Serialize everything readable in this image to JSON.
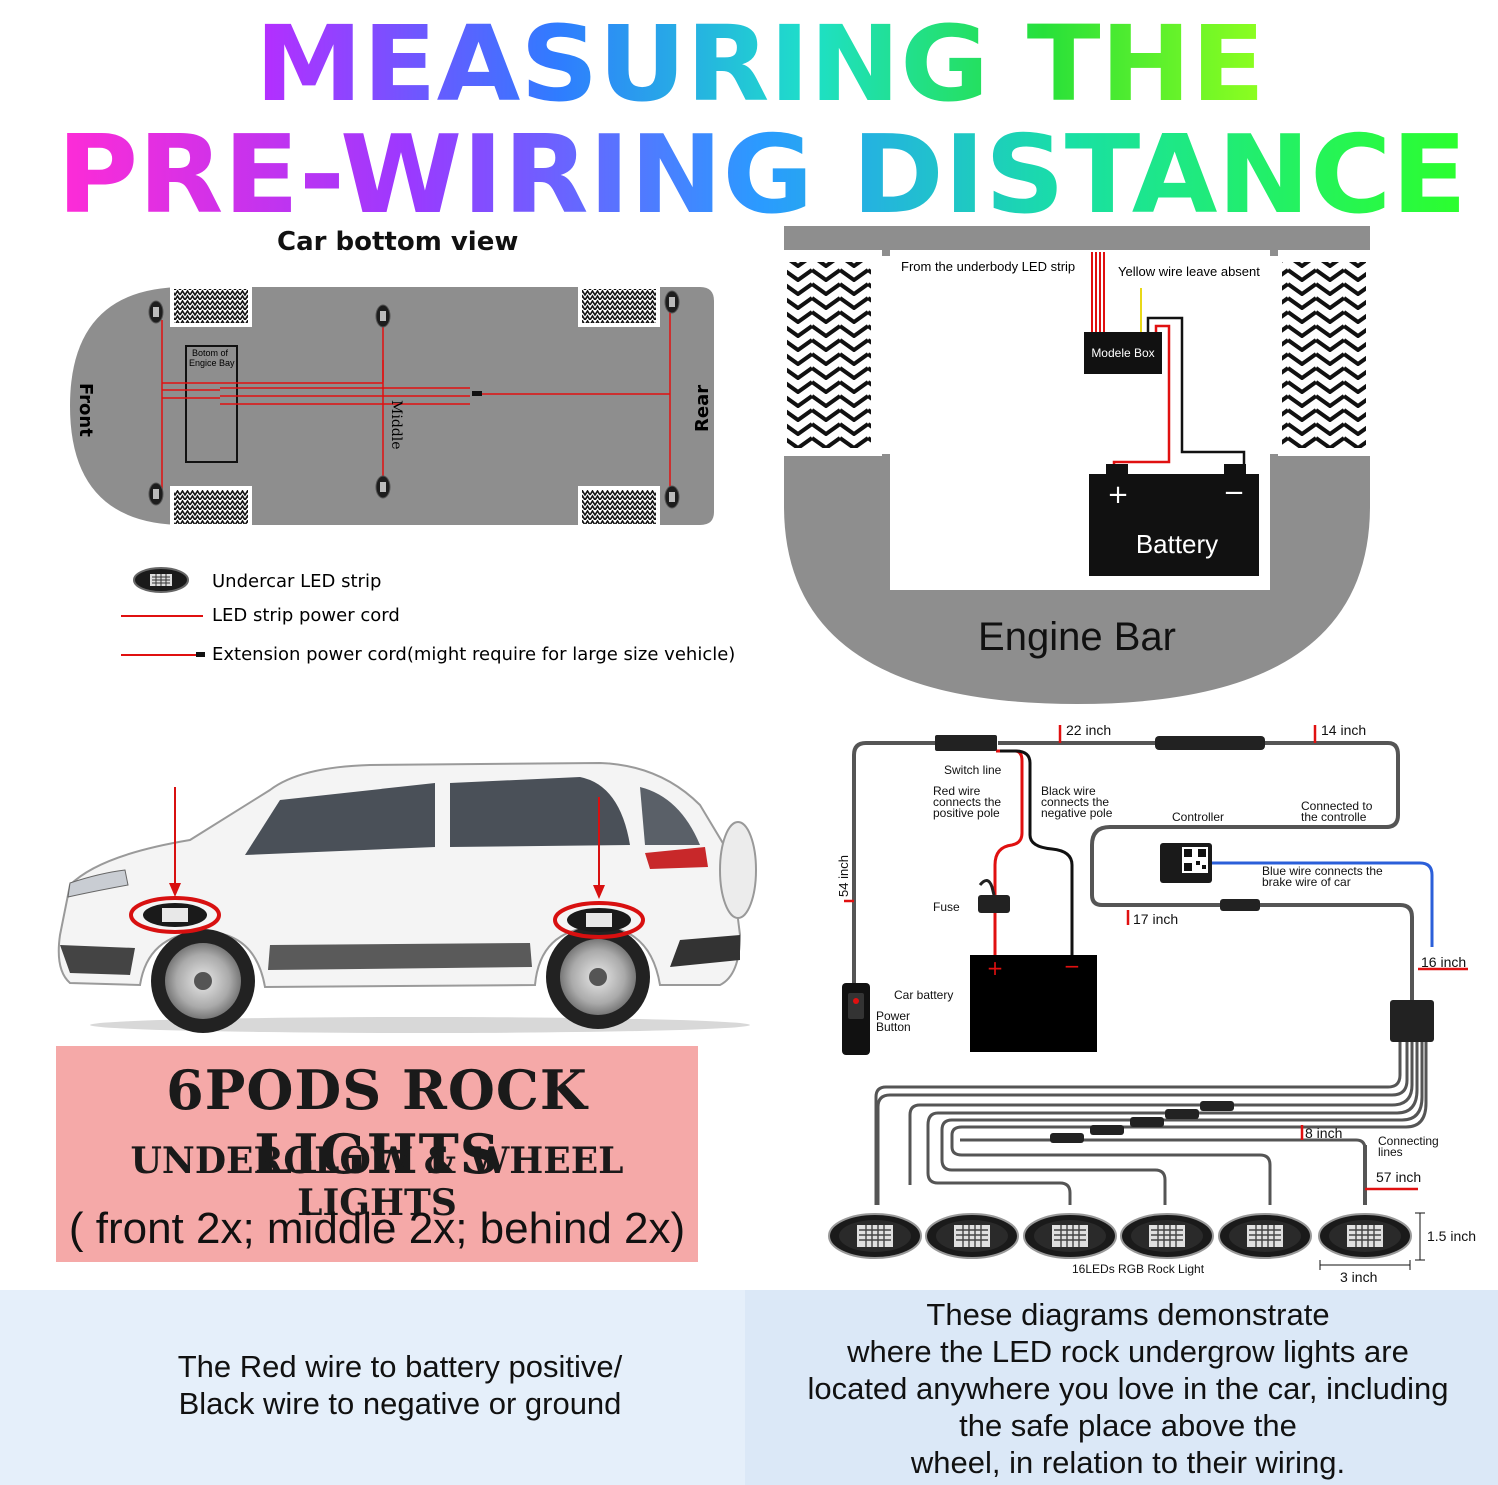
{
  "title": {
    "line1": "MEASURING THE",
    "line2": "PRE-WIRING DISTANCE",
    "gradient": [
      "#b82cff",
      "#2f7cff",
      "#1ee0c8",
      "#27e03a",
      "#8fff1f"
    ],
    "gradient2": [
      "#ff2bd6",
      "#9b39ff",
      "#2a9bff",
      "#19e0a4",
      "#2cff2c"
    ]
  },
  "car_bottom_view": {
    "heading": "Car bottom view",
    "front_label": "Front",
    "rear_label": "Rear",
    "middle_label": "Middle",
    "engine_bay_label_1": "Botom of",
    "engine_bay_label_2": "Engice Bay",
    "body_color": "#8e8e8e",
    "wire_color": "#e01010"
  },
  "legend": {
    "items": [
      {
        "label": "Undercar LED strip"
      },
      {
        "label": "LED strip power cord"
      },
      {
        "label": "Extension power cord(might require for large size vehicle)"
      }
    ]
  },
  "engine_diagram": {
    "from_label": "From the underbody LED strip",
    "yellow_label": "Yellow wire leave absent",
    "module_label": "Modele Box",
    "battery_label": "Battery",
    "plus": "+",
    "minus": "−",
    "engine_bar_label": "Engine Bar"
  },
  "promo": {
    "line1": "6PODS ROCK LIGHTS",
    "line2": "UNDERGLOW & WHEEL LIGHTS",
    "line3": "( front 2x; middle 2x; behind 2x)",
    "background": "#f5a9a8"
  },
  "wiring": {
    "d22": "22 inch",
    "d14": "14 inch",
    "switch_line": "Switch line",
    "red_wire": [
      "Red wire",
      "connects the",
      "positive pole"
    ],
    "black_wire": [
      "Black wire",
      "connects the",
      "negative pole"
    ],
    "controller": "Controller",
    "connected_to": [
      "Connected to",
      "the controlle"
    ],
    "blue_wire": [
      "Blue wire connects the",
      "brake wire of car"
    ],
    "d54": "54 inch",
    "fuse": "Fuse",
    "d17": "17 inch",
    "d16": "16 inch",
    "car_battery": "Car battery",
    "power_button": [
      "Power",
      "Button"
    ],
    "d8": "8 inch",
    "connecting_lines": [
      "Connecting",
      "lines"
    ],
    "d57": "57 inch",
    "d1_5": "1.5 inch",
    "d3": "3 inch",
    "pod_label": "16LEDs RGB   Rock   Light",
    "plus": "+",
    "minus": "−"
  },
  "bottom": {
    "left_lines": [
      "The Red wire to battery positive/",
      "Black wire to negative or ground"
    ],
    "right_lines": [
      "These diagrams demonstrate",
      "where the LED rock undergrow lights are",
      "located anywhere you love in the car, including",
      "the safe place above the",
      "wheel, in relation to their wiring."
    ]
  }
}
